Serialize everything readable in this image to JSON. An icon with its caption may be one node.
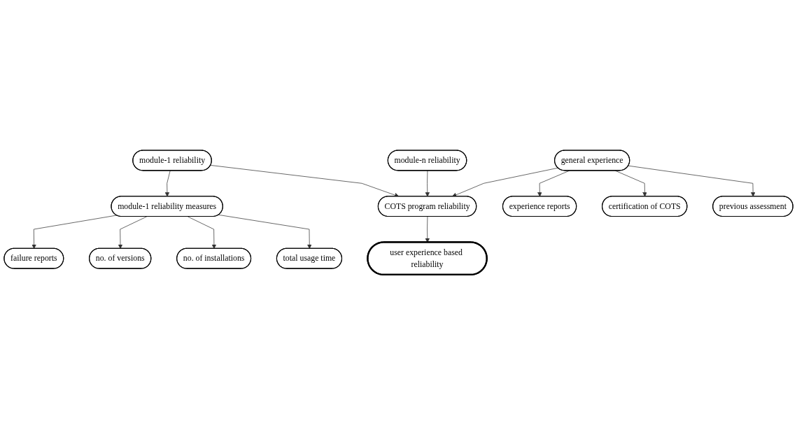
{
  "diagram": {
    "nodes": [
      {
        "text": [
          "module-1 reliability"
        ]
      },
      {
        "text": [
          "module-n reliability"
        ]
      },
      {
        "text": [
          "general experience"
        ]
      },
      {
        "text": [
          "COTS program reliability"
        ]
      },
      {
        "text": [
          "module-1 reliability measures"
        ]
      },
      {
        "text": [
          "failure reports"
        ]
      },
      {
        "text": [
          "experience reports"
        ]
      },
      {
        "text": [
          "certification of COTS"
        ]
      },
      {
        "text": [
          "no. of versions"
        ]
      },
      {
        "text": [
          "previous assessment"
        ]
      },
      {
        "text": [
          "no. of installations"
        ]
      },
      {
        "text": [
          "total usage time"
        ]
      },
      {
        "text": [
          "user experience based reliability"
        ]
      }
    ],
    "edges": [
      {
        "from": 0,
        "to": 4,
        "arrow": "to"
      },
      {
        "from": 0,
        "to": 3,
        "arrow": "to"
      },
      {
        "from": 1,
        "to": 3,
        "arrow": "to"
      },
      {
        "from": 2,
        "to": 3,
        "arrow": "to"
      },
      {
        "from": 2,
        "to": 6,
        "arrow": "to"
      },
      {
        "from": 2,
        "to": 9,
        "arrow": "to"
      },
      {
        "from": 2,
        "to": 7,
        "arrow": "to"
      },
      {
        "from": 3,
        "to": 12,
        "arrow": "to"
      },
      {
        "from": 4,
        "to": 5,
        "arrow": "to"
      },
      {
        "from": 4,
        "to": 8,
        "arrow": "to"
      },
      {
        "from": 4,
        "to": 10,
        "arrow": "to"
      },
      {
        "from": 4,
        "to": 11,
        "arrow": "to"
      }
    ]
  }
}
